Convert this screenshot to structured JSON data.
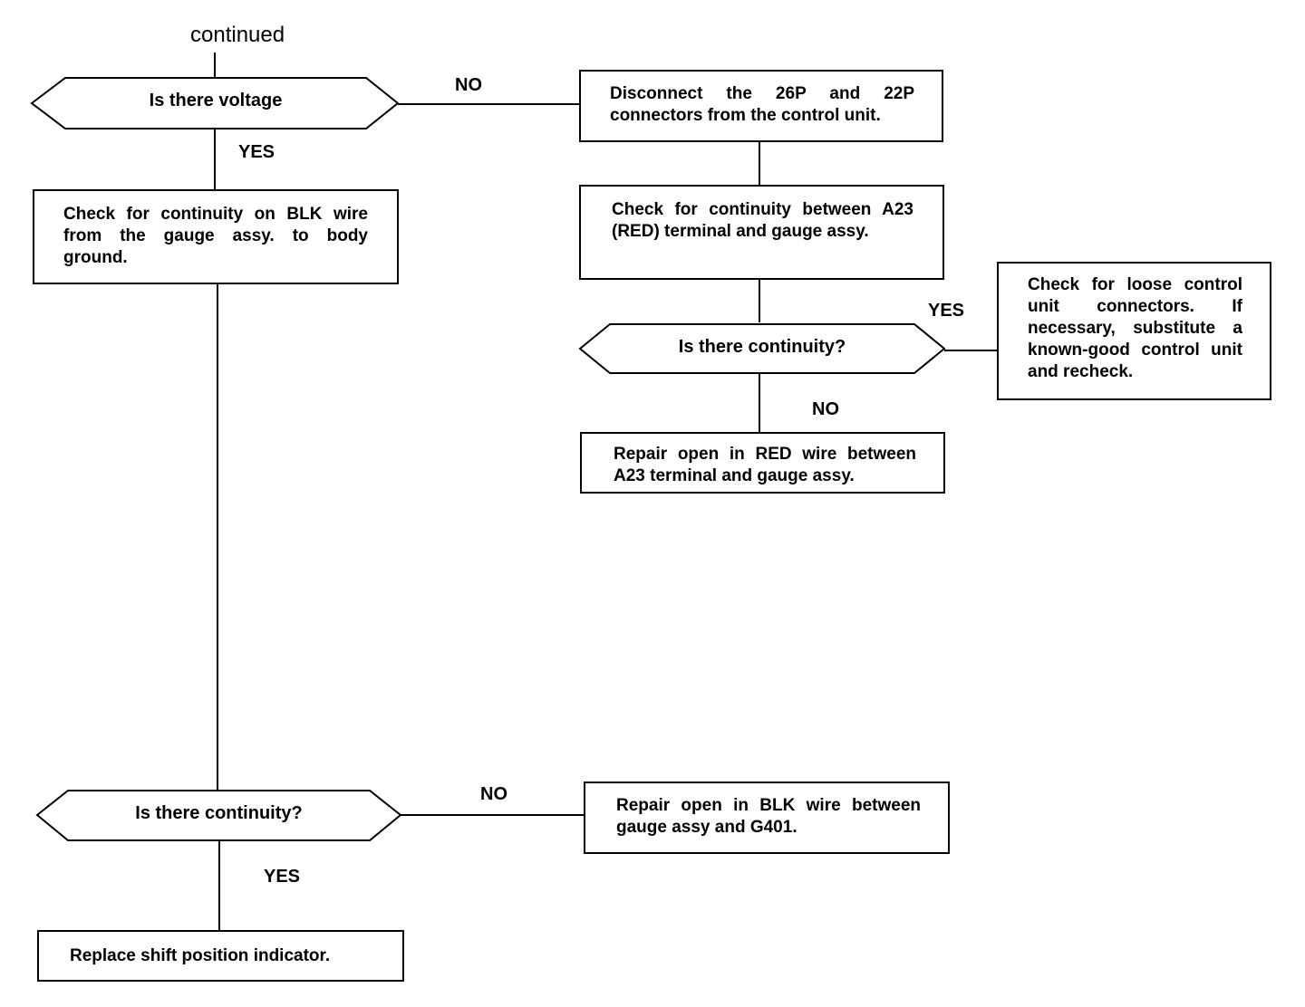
{
  "header": {
    "continued": "continued"
  },
  "decisions": {
    "voltage": "Is there voltage",
    "continuity_red": "Is there continuity?",
    "continuity_blk": "Is there continuity?"
  },
  "boxes": {
    "disconnect": "Disconnect the 26P and 22P connectors from the control unit.",
    "check_blk": "Check for continuity on BLK wire from the gauge assy. to body ground.",
    "check_red": "Check for continuity between A23 (RED) terminal and gauge assy.",
    "check_loose": "Check for loose control unit connectors. If necessary, substitute a known-good control unit and recheck.",
    "repair_red": "Repair open in RED wire between A23 terminal and gauge assy.",
    "repair_blk": "Repair open in BLK wire between gauge assy and G401.",
    "replace": "Replace shift position indicator."
  },
  "labels": {
    "no_voltage": "NO",
    "yes_voltage": "YES",
    "yes_red": "YES",
    "no_red": "NO",
    "no_blk": "NO",
    "yes_blk": "YES"
  }
}
